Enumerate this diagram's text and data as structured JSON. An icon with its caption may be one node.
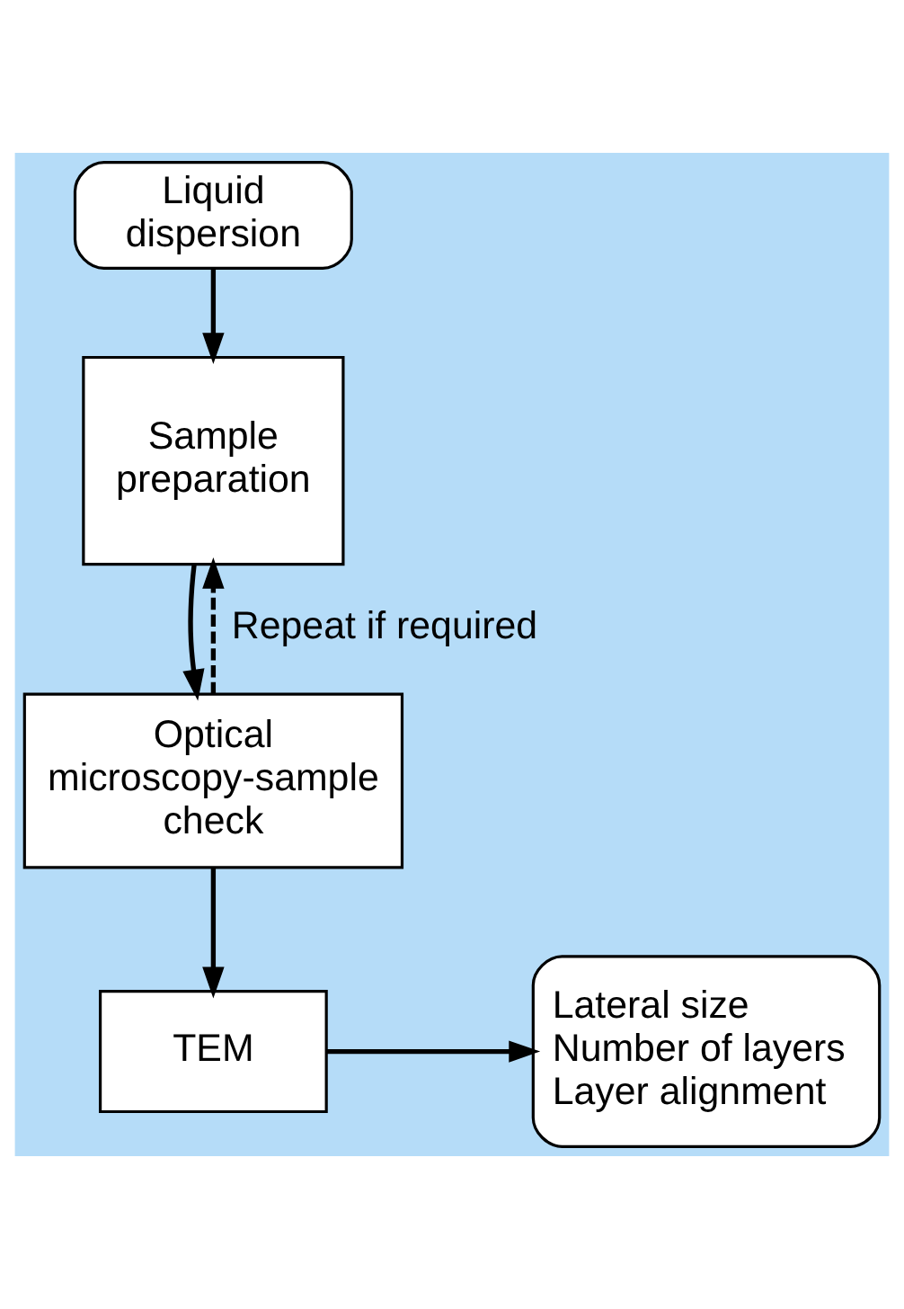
{
  "diagram": {
    "nodes": [
      {
        "text": [
          "Liquid dispersion"
        ]
      },
      {
        "text": [
          "Sample preparation"
        ]
      },
      {
        "text": [
          "Optical microscopy-sample check"
        ]
      },
      {
        "text": [
          "TEM"
        ]
      },
      {
        "text": [
          "Lateral size",
          "Number of layers",
          "Layer alignment"
        ]
      }
    ],
    "edges": [
      {
        "from": 0,
        "to": 1,
        "arrow": "to"
      },
      {
        "from": 1,
        "to": 2,
        "arrow": "to"
      },
      {
        "from": 2,
        "to": 1,
        "arrow": "to",
        "style": "dashed",
        "label": "Repeat if required"
      },
      {
        "from": 2,
        "to": 3,
        "arrow": "to"
      },
      {
        "from": 3,
        "to": 4,
        "arrow": "to"
      }
    ]
  }
}
